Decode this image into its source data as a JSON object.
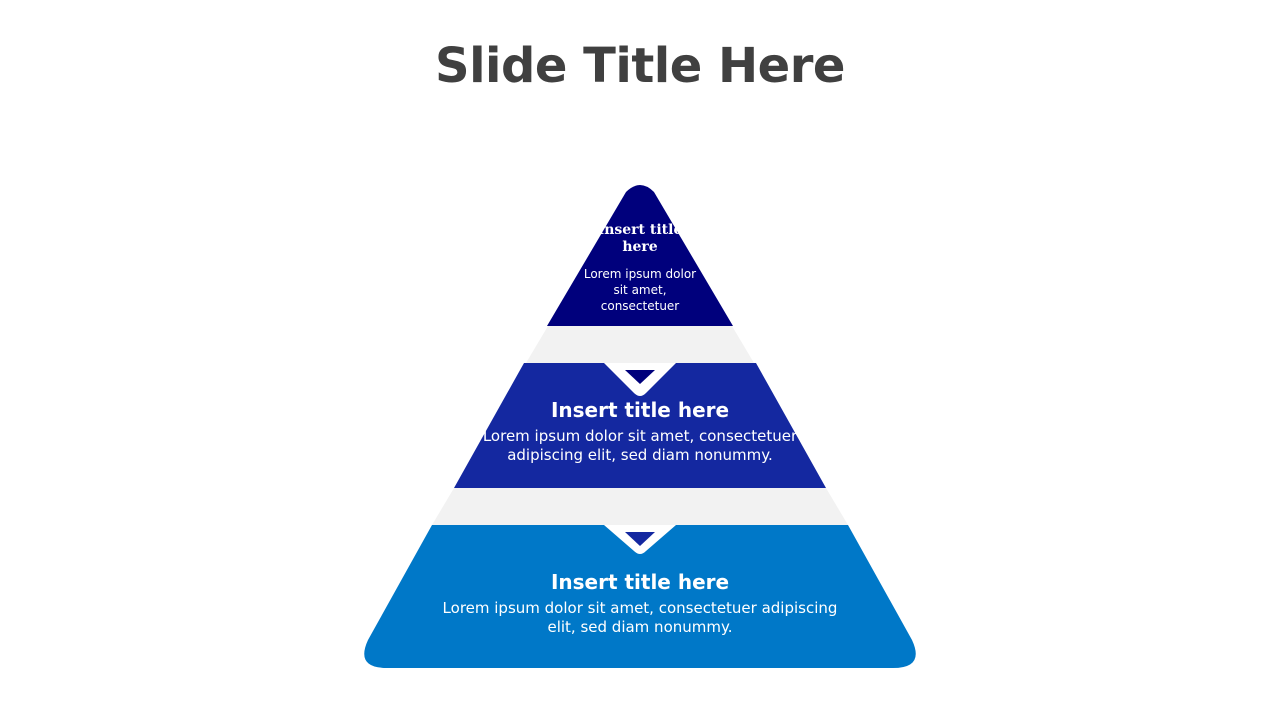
{
  "slide": {
    "title": "Slide Title Here"
  },
  "colors": {
    "tier1": "#00007C",
    "tier2": "#1428A0",
    "tier3": "#0078C8",
    "gap": "#F2F2F2",
    "title": "#404040"
  },
  "tiers": [
    {
      "title": "Insert title here",
      "body": "Lorem ipsum dolor sit amet, consectetuer"
    },
    {
      "title": "Insert title here",
      "body": "Lorem ipsum dolor sit amet, consectetuer adipiscing elit, sed diam nonummy."
    },
    {
      "title": "Insert title here",
      "body": "Lorem ipsum dolor sit amet, consectetuer adipiscing elit, sed diam nonummy."
    }
  ]
}
